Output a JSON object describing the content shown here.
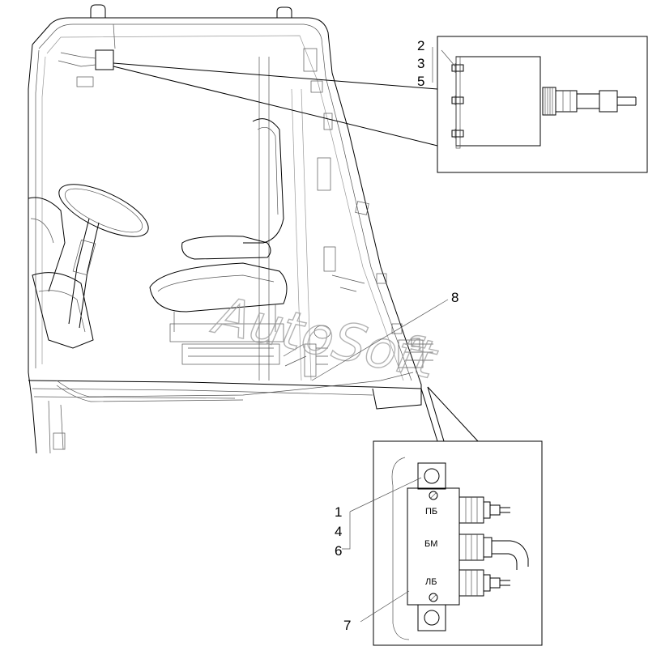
{
  "callouts": {
    "top_detail": [
      "2",
      "3",
      "5"
    ],
    "bottom_detail": [
      "1",
      "4",
      "6"
    ],
    "item_7": "7",
    "item_8": "8"
  },
  "block_labels": {
    "pb": "ПБ",
    "bm": "БМ",
    "lb": "ЛБ"
  },
  "watermark": "AutoSoft"
}
